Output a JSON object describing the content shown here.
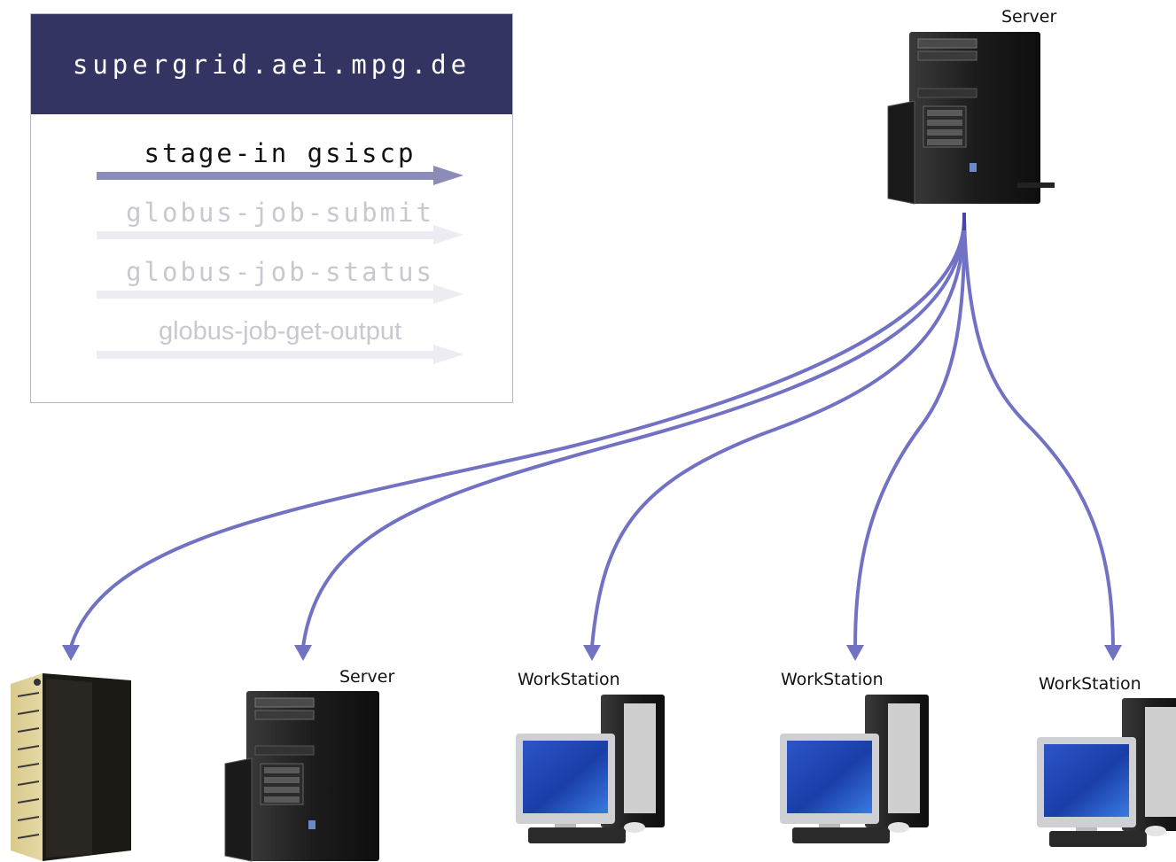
{
  "panel": {
    "host": "supergrid.aei.mpg.de",
    "steps": [
      {
        "label": "stage-in gsiscp",
        "active": true
      },
      {
        "label": "globus-job-submit",
        "active": false
      },
      {
        "label": "globus-job-status",
        "active": false
      },
      {
        "label": "globus-job-get-output",
        "active": false
      }
    ]
  },
  "colors": {
    "header": "#343462",
    "active_text": "#111111",
    "inactive_text": "#c8c8d0",
    "active_arrow": "#8c8cb8",
    "inactive_arrow": "#ececf2",
    "link": "#7272c4"
  },
  "nodes": {
    "top_server": {
      "label": "Server",
      "icon": "server-tower-icon"
    },
    "supercomputer": {
      "icon": "supercomputer-cabinet-icon"
    },
    "server2": {
      "label": "Server",
      "icon": "server-tower-icon"
    },
    "workstation1": {
      "label": "WorkStation",
      "icon": "workstation-icon"
    },
    "workstation2": {
      "label": "WorkStation",
      "icon": "workstation-icon"
    },
    "workstation3": {
      "label": "WorkStation",
      "icon": "workstation-icon"
    }
  }
}
